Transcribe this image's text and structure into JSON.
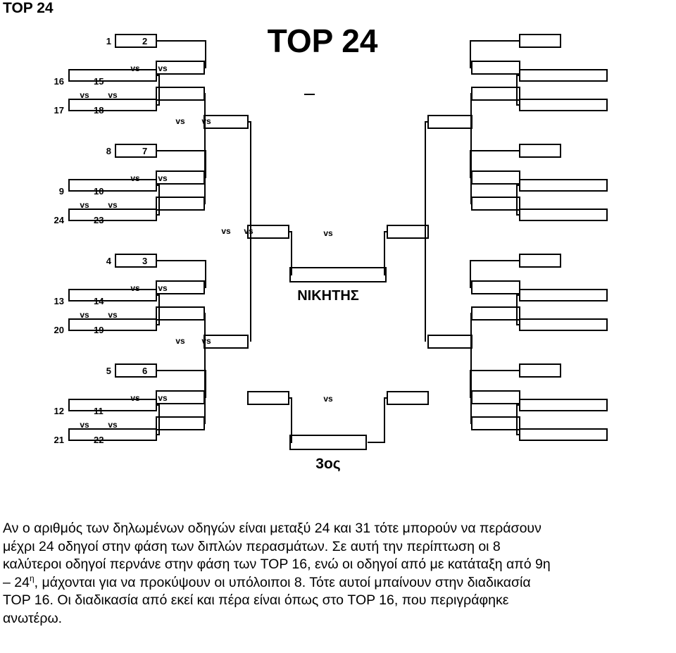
{
  "header": {
    "label": "TOP 24"
  },
  "bracket": {
    "title": "TOP 24",
    "winner_label": "ΝΙΚΗΤΗΣ",
    "third_label": "3ος",
    "vs_label": "vs",
    "left_seeds": [
      "1",
      "16",
      "17",
      "8",
      "9",
      "24",
      "4",
      "13",
      "20",
      "5",
      "12",
      "21"
    ],
    "right_seeds": [
      "2",
      "15",
      "18",
      "7",
      "10",
      "23",
      "3",
      "14",
      "19",
      "6",
      "11",
      "22"
    ]
  },
  "text": {
    "line1": "Αν ο αριθμός των δηλωμένων οδηγών είναι μεταξύ 24 και 31 τότε μπορούν να περάσουν",
    "line2": "μέχρι 24 οδηγοί στην φάση των διπλών περασμάτων. Σε αυτή την περίπτωση οι 8",
    "line3": "καλύτεροι οδηγοί περνάνε στην φάση των TOP 16, ενώ οι οδηγοί από με κατάταξη από 9η",
    "line4a": "– 24",
    "line4sup": "η",
    "line4b": ", μάχονται για να προκύψουν οι υπόλοιποι 8. Τότε αυτοί μπαίνουν στην διαδικασία",
    "line5": "TOP 16. Οι διαδικασία από εκεί και πέρα είναι όπως στο TOP 16, που περιγράφηκε",
    "line6": "ανωτέρω."
  }
}
